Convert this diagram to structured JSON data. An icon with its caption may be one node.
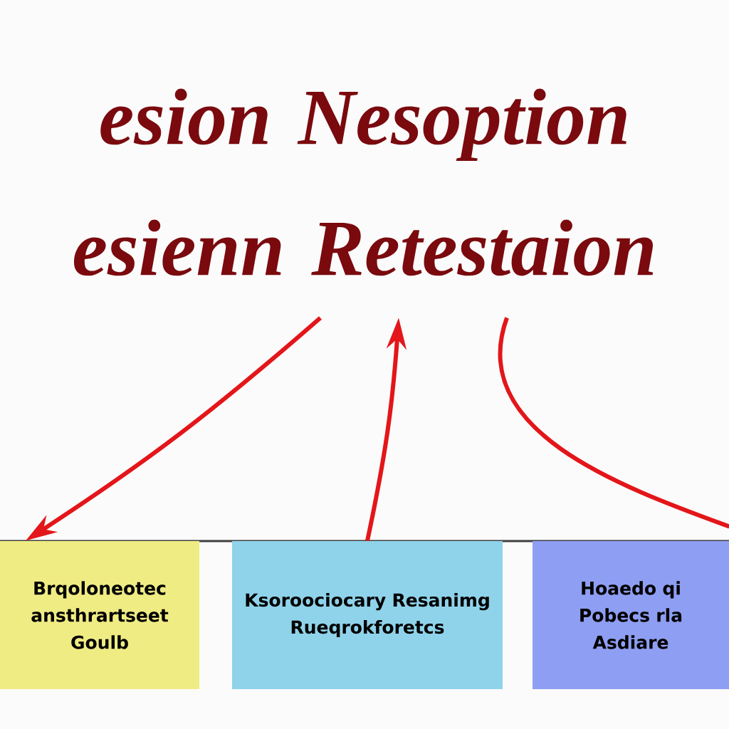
{
  "diagram": {
    "nodes": [
      {
        "text": [
          "esion Nesoption esienn Retestaion"
        ]
      },
      {
        "text": [
          "Brqoloneotec ansthrartseet Goulb"
        ]
      },
      {
        "text": [
          "Ksoroociocary Resanimg Rueqrokforetcs"
        ]
      },
      {
        "text": [
          "Hoaedo qi Pobecs rla Asdiare"
        ]
      }
    ],
    "edges": [
      {
        "from": 0,
        "to": 1,
        "arrow": "to"
      },
      {
        "from": 2,
        "to": 0,
        "arrow": "to"
      },
      {
        "from": 0,
        "to": 3,
        "arrow": "none"
      }
    ]
  }
}
